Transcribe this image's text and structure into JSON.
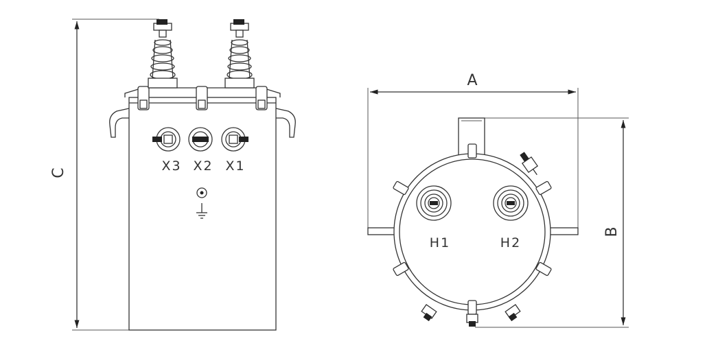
{
  "front_view": {
    "dimension_c": "C",
    "terminals": [
      {
        "label": "X3"
      },
      {
        "label": "X2"
      },
      {
        "label": "X1"
      }
    ],
    "ground_symbol": "ground-icon"
  },
  "top_view": {
    "dimension_a": "A",
    "dimension_b": "B",
    "bushings": [
      {
        "label": "H1"
      },
      {
        "label": "H2"
      }
    ]
  },
  "colors": {
    "line": "#333333",
    "background": "#ffffff"
  }
}
